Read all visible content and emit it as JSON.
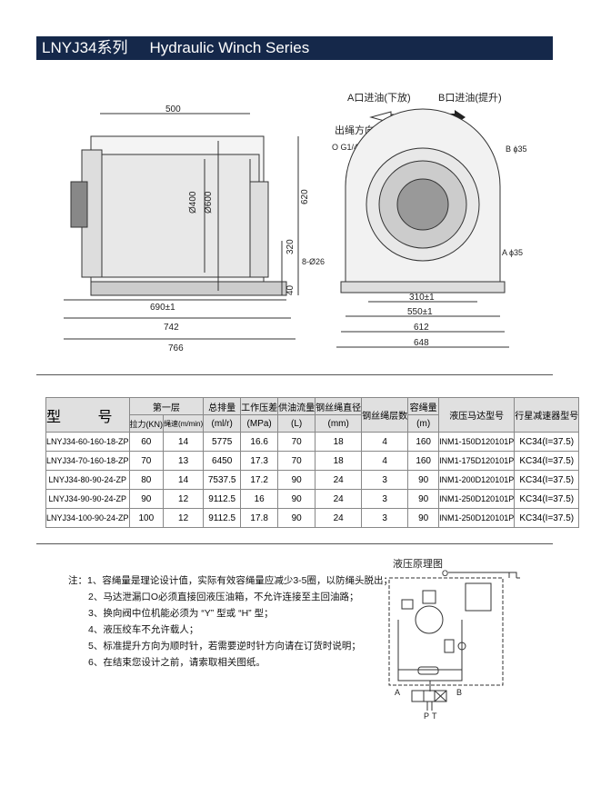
{
  "header": {
    "series": "LNYJ34系列",
    "title": "Hydraulic Winch Series"
  },
  "drawing": {
    "dims_side": [
      "500",
      "690±1",
      "742",
      "766",
      "Ø400",
      "Ø600",
      "620",
      "320",
      "40"
    ],
    "dims_front": [
      "310±1",
      "550±1",
      "612",
      "648",
      "8-Ø26"
    ],
    "port_a_label": "A口进油(下放)",
    "port_b_label": "B口进油(提升)",
    "rope_direction": "出绳方向",
    "port_o": "O G1/4\"",
    "port_b": "B ɸ35",
    "port_a": "A ɸ35"
  },
  "table": {
    "headers": {
      "model": "型 号",
      "first_layer": "第一层",
      "pull": "拉力(KN)",
      "speed": "绳速(m/min)",
      "displacement": "总排量",
      "displacement_unit": "(ml/r)",
      "pressure": "工作压差",
      "pressure_unit": "(MPa)",
      "flow": "供油流量",
      "flow_unit": "(L)",
      "rope_dia": "钢丝绳直径",
      "rope_dia_unit": "(mm)",
      "layers": "钢丝绳层数",
      "capacity": "容绳量",
      "capacity_unit": "(m)",
      "motor": "液压马达型号",
      "reducer": "行星减速器型号"
    },
    "rows": [
      [
        "LNYJ34-60-160-18-ZP",
        "60",
        "14",
        "5775",
        "16.6",
        "70",
        "18",
        "4",
        "160",
        "INM1-150D120101P",
        "KC34(I=37.5)"
      ],
      [
        "LNYJ34-70-160-18-ZP",
        "70",
        "13",
        "6450",
        "17.3",
        "70",
        "18",
        "4",
        "160",
        "INM1-175D120101P",
        "KC34(I=37.5)"
      ],
      [
        "LNYJ34-80-90-24-ZP",
        "80",
        "14",
        "7537.5",
        "17.2",
        "90",
        "24",
        "3",
        "90",
        "INM1-200D120101P",
        "KC34(I=37.5)"
      ],
      [
        "LNYJ34-90-90-24-ZP",
        "90",
        "12",
        "9112.5",
        "16",
        "90",
        "24",
        "3",
        "90",
        "INM1-250D120101P",
        "KC34(I=37.5)"
      ],
      [
        "LNYJ34-100-90-24-ZP",
        "100",
        "12",
        "9112.5",
        "17.8",
        "90",
        "24",
        "3",
        "90",
        "INM1-250D120101P",
        "KC34(I=37.5)"
      ]
    ]
  },
  "notes": [
    "注：1、容绳量是理论设计值，实际有效容绳量应减少3-5圈，以防绳头脱出；",
    "2、马达泄漏口O必须直接回液压油箱，不允许连接至主回油路；",
    "3、换向阀中位机能必须为 “Y” 型或 “H” 型；",
    "4、液压绞车不允许载人；",
    "5、标准提升方向为顺时针，若需要逆时针方向请在订货时说明；",
    "6、在结束您设计之前，请索取相关图纸。"
  ],
  "schematic": {
    "title": "液压原理图",
    "o": "O",
    "a": "A",
    "b": "B",
    "p": "P",
    "t": "T"
  }
}
